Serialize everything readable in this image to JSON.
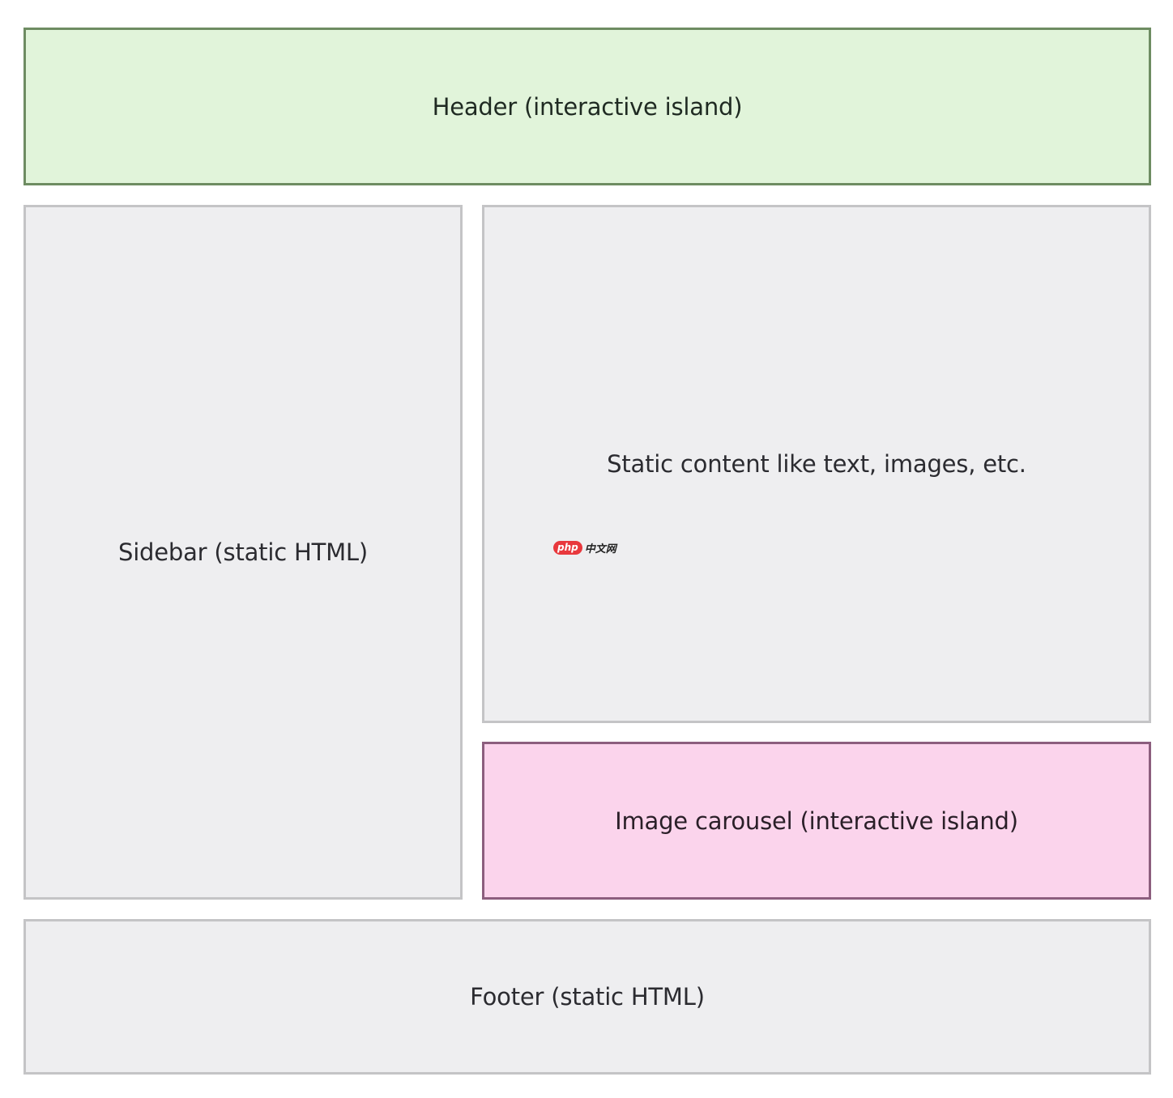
{
  "diagram": {
    "header": {
      "label": "Header (interactive island)",
      "type": "interactive",
      "fill": "#e1f4da",
      "border": "#6e8c62"
    },
    "sidebar": {
      "label": "Sidebar (static HTML)",
      "type": "static",
      "fill": "#eeeef0",
      "border": "#c4c4c6"
    },
    "main": {
      "label": "Static content like text, images, etc.",
      "type": "static",
      "fill": "#eeeef0",
      "border": "#c4c4c6"
    },
    "carousel": {
      "label": "Image carousel (interactive island)",
      "type": "interactive",
      "fill": "#fbd4ec",
      "border": "#8c5e7e"
    },
    "footer": {
      "label": "Footer (static HTML)",
      "type": "static",
      "fill": "#eeeef0",
      "border": "#c4c4c6"
    }
  },
  "watermark": {
    "badge": "php",
    "text": "中文网"
  }
}
